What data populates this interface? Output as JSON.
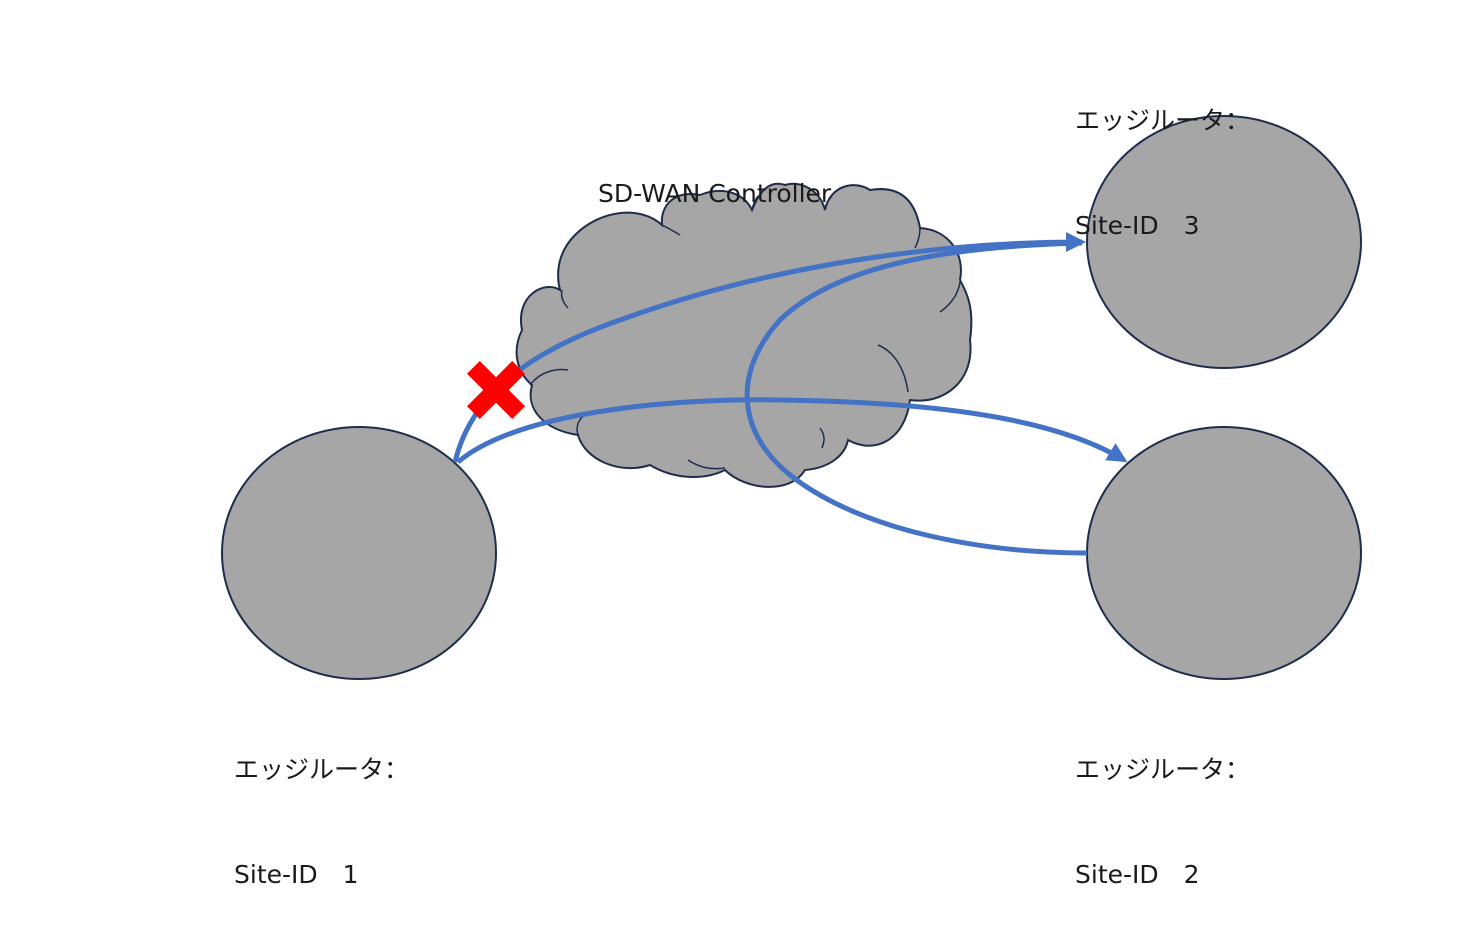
{
  "controller": {
    "label": "SD-WAN Controller"
  },
  "sites": [
    {
      "id": "site1",
      "prefix": "エッジルータ：",
      "site_id_text": "Site-ID　1"
    },
    {
      "id": "site2",
      "prefix": "エッジルータ：",
      "site_id_text": "Site-ID　2"
    },
    {
      "id": "site3",
      "prefix": "エッジルータ：",
      "site_id_text": "Site-ID　3"
    }
  ],
  "colors": {
    "node_fill": "#a6a6a6",
    "node_stroke": "#1f2d4d",
    "link": "#4472c4",
    "blocked_marker": "#ff0000"
  }
}
